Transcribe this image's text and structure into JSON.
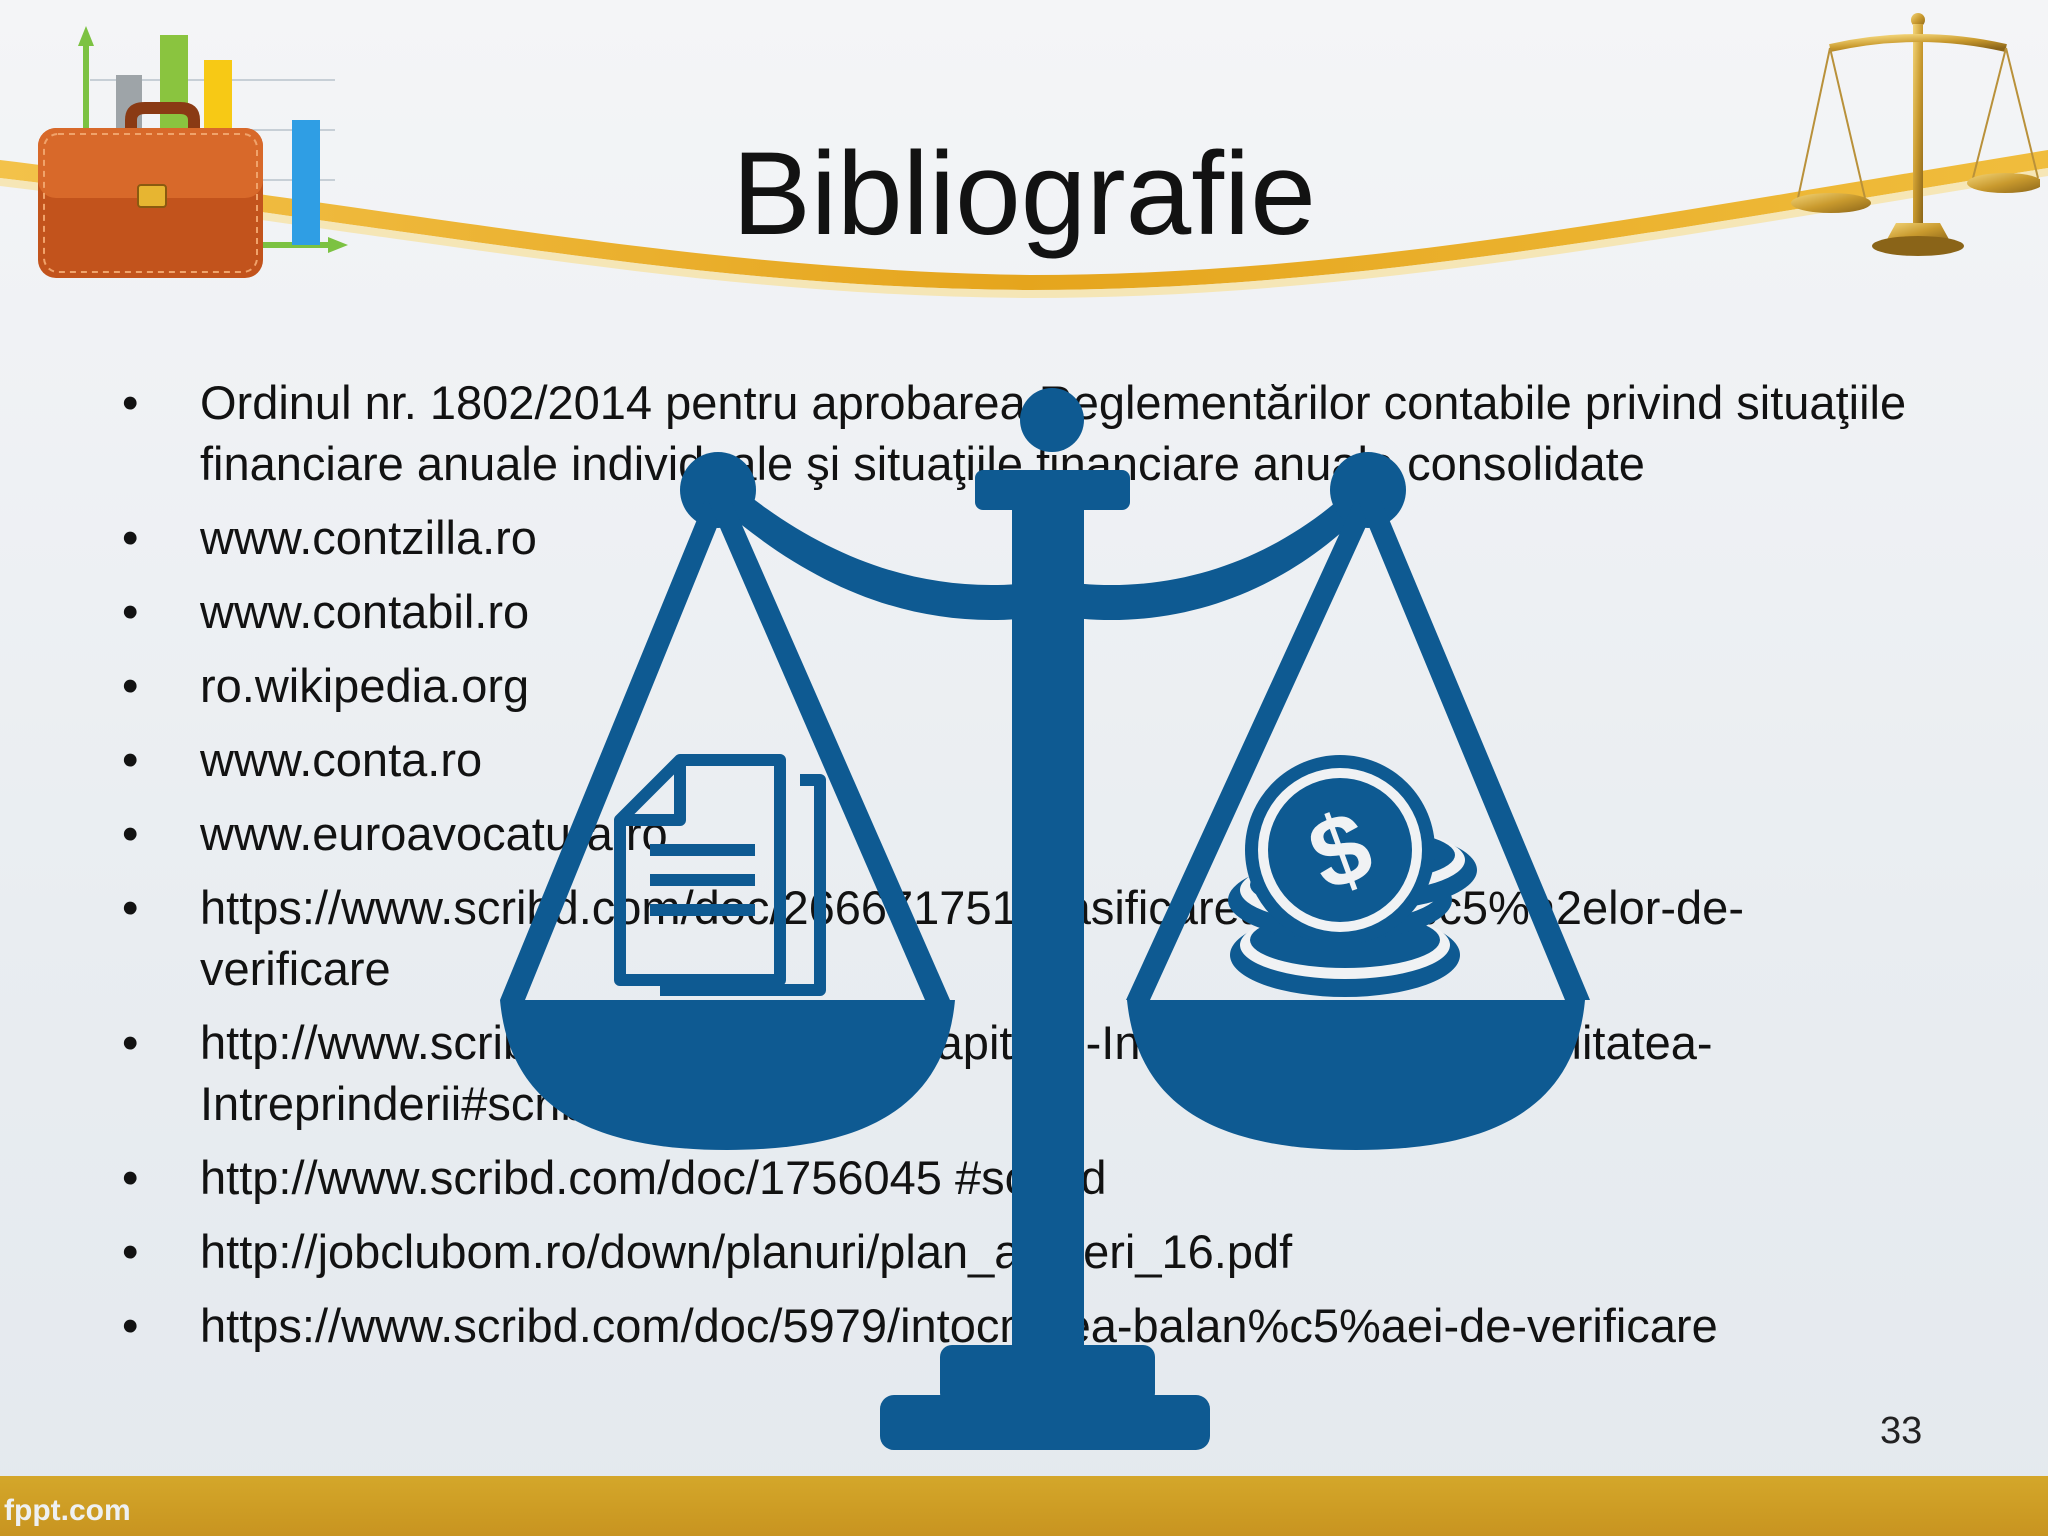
{
  "slide": {
    "title": "Bibliografie",
    "page_number": "33",
    "footer_logo": "fppt.com",
    "bullet_char": "•",
    "bullets": [
      "Ordinul nr. 1802/2014 pentru aprobarea Reglementărilor contabile privind situaţiile financiare anuale individuale şi situaţiile financiare anuale consolidate",
      "www.contzilla.ro",
      "www.contabil.ro",
      "ro.wikipedia.org",
      "www.conta.ro",
      "www.euroavocatura.ro",
      "https://www.scribd.com/doc/266671751/clasificarea-balan%c5%a2elor-de-verificare",
      "http://www.scribd.com/doc/59401/Capitolul-Introducere-In-Contabilitatea-Intreprinderii#scribd",
      "http://www.scribd.com/doc/1756045 #scribd",
      "http://jobclubom.ro/down/planuri/plan_afaceri_16.pdf",
      "https://www.scribd.com/doc/5979/intocmirea-balan%c5%aei-de-verificare"
    ]
  },
  "icons": {
    "top_left": "briefcase-chart-icon",
    "top_right": "gold-scale-icon",
    "center_overlay": "balance-scale-document-coins-icon"
  },
  "colors": {
    "overlay_blue": "#0e5a92",
    "swoosh_gold": "#e5ab1e",
    "bottom_bar": "#cf9f24",
    "text": "#121212"
  }
}
